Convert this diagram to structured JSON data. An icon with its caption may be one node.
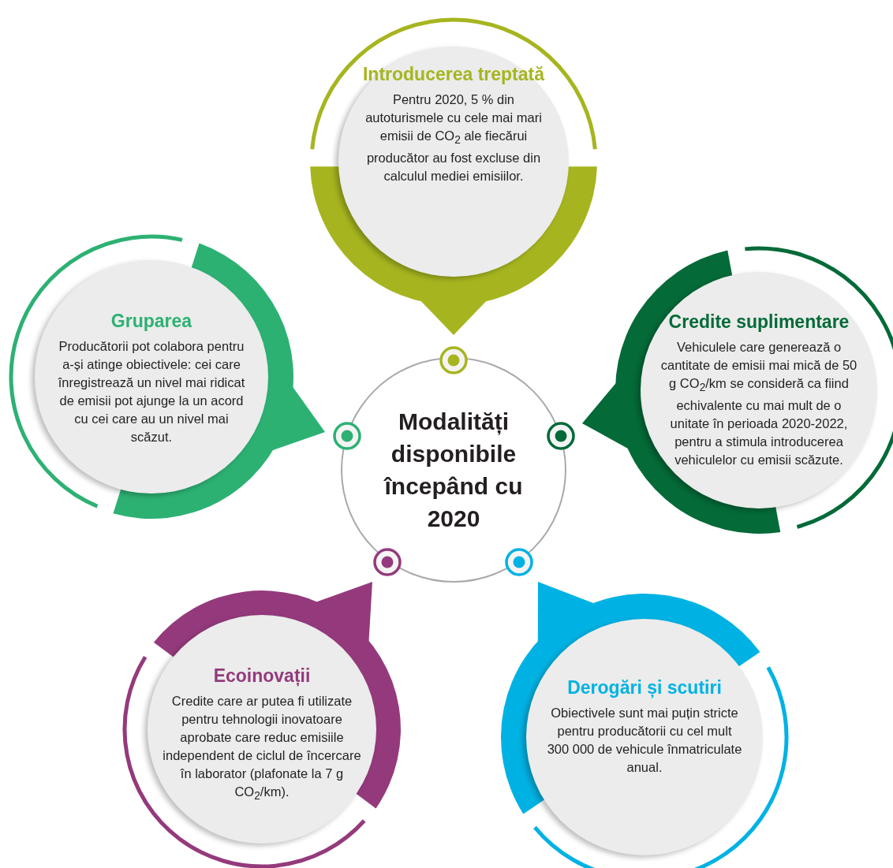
{
  "diagram": {
    "nodes": [
      {
        "text": [
          "Introducerea treptată",
          "Pentru 2020, 5 % din autoturismele cu cele mai mari emisii de CO$_{2}$ ale fiecărui producător au fost excluse din calculul mediei emisiilor."
        ]
      },
      {
        "text": [
          "Gruparea",
          "Producătorii pot colabora pentru a-și atinge obiectivele: cei care înregistrează un nivel mai ridicat de emisii pot ajunge la un acord cu cei care au un nivel mai scăzut."
        ]
      },
      {
        "text": [
          "Credite suplimentare",
          "Vehiculele care generează o cantitate de emisii mai mică de 50 g CO$_{2}$/km se consideră ca fiind echivalente cu mai mult de o unitate în perioada 2020-2022, pentru a stimula introducerea vehiculelor cu emisii scăzute."
        ]
      },
      {
        "text": [
          "Modalități disponibile începând cu 2020"
        ]
      },
      {
        "text": [
          "Ecoinovații",
          "Credite care ar putea fi utilizate pentru tehnologii inovatoare aprobate care reduc emisiile independent de ciclul de încercare în laborator (plafonate la 7 g CO$_{2}$/km)."
        ]
      },
      {
        "text": [
          "Derogări și scutiri",
          "Obiectivele sunt mai puțin stricte pentru producătorii cu cel mult 300 000 de vehicule înmatriculate anual."
        ]
      }
    ]
  }
}
